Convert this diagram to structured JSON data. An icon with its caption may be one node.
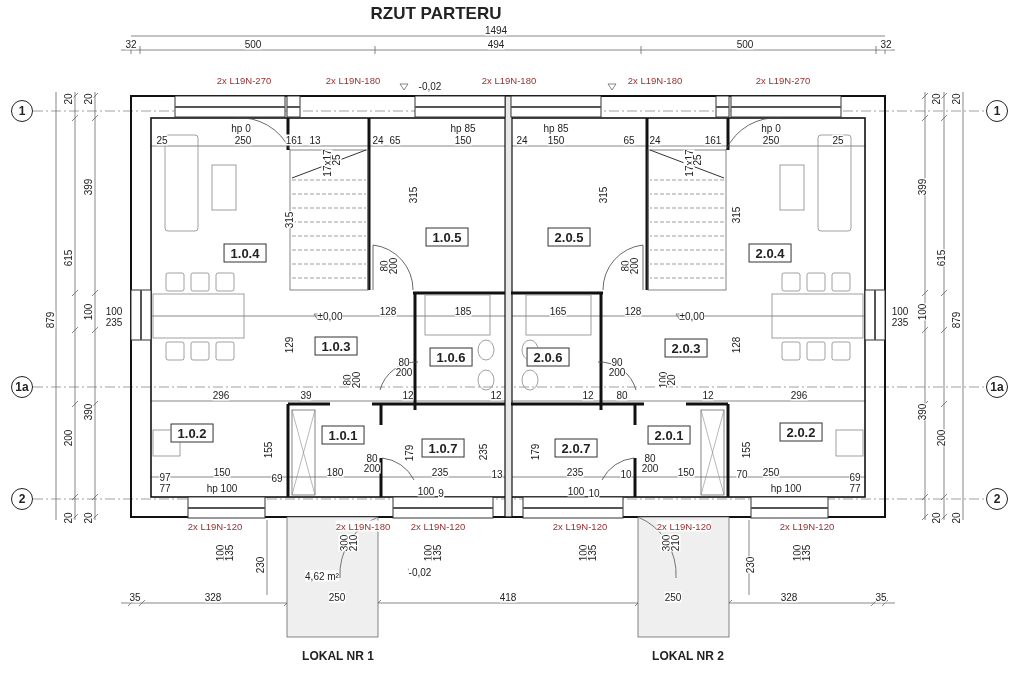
{
  "diagram": {
    "title": "RZUT PARTERU",
    "nodes": [
      {
        "text": [
          "1"
        ]
      },
      {
        "text": [
          "1"
        ]
      },
      {
        "text": [
          "1.0.4"
        ]
      },
      {
        "text": [
          "1.0.5"
        ]
      },
      {
        "text": [
          "2.0.5"
        ]
      },
      {
        "text": [
          "2.0.4"
        ]
      },
      {
        "text": [
          "1.0.3"
        ]
      },
      {
        "text": [
          "1.0.6"
        ]
      },
      {
        "text": [
          "2.0.6"
        ]
      },
      {
        "text": [
          "2.0.3"
        ]
      },
      {
        "text": [
          "1a"
        ]
      },
      {
        "text": [
          "1a"
        ]
      },
      {
        "text": [
          "1.0.2"
        ]
      },
      {
        "text": [
          "1.0.1"
        ]
      },
      {
        "text": [
          "1.0.7"
        ]
      },
      {
        "text": [
          "2.0.7"
        ]
      },
      {
        "text": [
          "2.0.1"
        ]
      },
      {
        "text": [
          "2.0.2"
        ]
      },
      {
        "text": [
          "2"
        ]
      },
      {
        "text": [
          "2"
        ]
      }
    ],
    "edges": [
      {
        "from": 0,
        "to": 1,
        "arrow": "none",
        "style": "dashed"
      },
      {
        "from": 10,
        "to": 11,
        "arrow": "none",
        "style": "dashed"
      },
      {
        "from": 18,
        "to": 19,
        "arrow": "none",
        "style": "dashed"
      }
    ],
    "labels": [
      "1494",
      "32",
      "500",
      "494",
      "500",
      "32",
      "2x L19N-270",
      "2x L19N-180",
      "-0,02",
      "2x L19N-180",
      "2x L19N-180",
      "2x L19N-270",
      "20",
      "20",
      "20",
      "20",
      "hp 0",
      "250",
      "hp 85",
      "hp 85",
      "hp 0",
      "25",
      "161",
      "13",
      "24",
      "65",
      "150",
      "24",
      "150",
      "65",
      "24",
      "161",
      "250",
      "25",
      "17x17",
      "25",
      "17x17",
      "25",
      "399",
      "399",
      "315",
      "315",
      "315",
      "315",
      "615",
      "615",
      "80",
      "200",
      "80",
      "200",
      "879",
      "100",
      "100",
      "235",
      "100",
      "235",
      "100",
      "879",
      "128",
      "185",
      "165",
      "128",
      "±0,00",
      "±0,00",
      "129",
      "128",
      "80",
      "200",
      "90",
      "200",
      "80",
      "200",
      "100",
      "20",
      "296",
      "39",
      "12",
      "12",
      "12",
      "80",
      "12",
      "296",
      "390",
      "200",
      "390",
      "200",
      "155",
      "179",
      "235",
      "179",
      "155",
      "80",
      "200",
      "80",
      "200",
      "97",
      "150",
      "69",
      "180",
      "235",
      "13",
      "235",
      "10",
      "150",
      "70",
      "250",
      "69",
      "77",
      "hp 100",
      "100",
      "9",
      "100",
      "10",
      "hp 100",
      "77",
      "20",
      "20",
      "20",
      "20",
      "2x L19N-120",
      "2x L19N-180",
      "2x L19N-120",
      "2x L19N-120",
      "2x L19N-120",
      "2x L19N-120",
      "100",
      "135",
      "300",
      "210",
      "100",
      "135",
      "100",
      "135",
      "300",
      "210",
      "100",
      "135",
      "230",
      "230",
      "4,62 m²",
      "-0,02",
      "35",
      "328",
      "250",
      "418",
      "250",
      "328",
      "35",
      "LOKAL NR 1",
      "LOKAL NR 2"
    ]
  }
}
